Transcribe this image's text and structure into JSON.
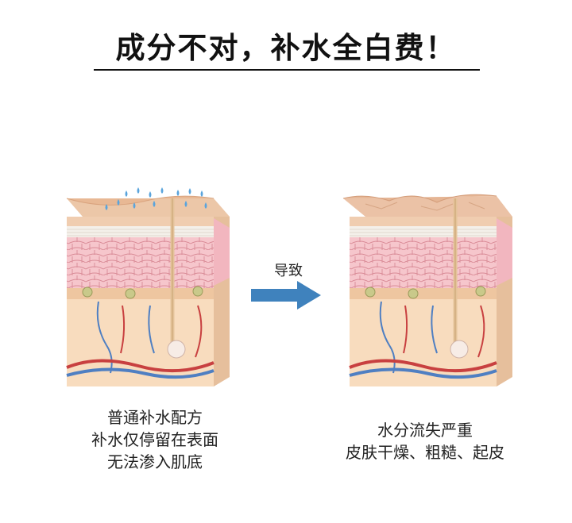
{
  "title": "成分不对，补水全白费！",
  "arrow_label": "导致",
  "left_caption": [
    "普通补水配方",
    "补水仅停留在表面",
    "无法渗入肌底"
  ],
  "right_caption": [
    "水分流失严重",
    "皮肤干燥、粗糙、起皮"
  ],
  "colors": {
    "arrow": "#3f82bd",
    "surface": "#ecc7a8",
    "cells": "#f6c6cc",
    "dermis": "#f8dcbe",
    "water_drop": "#5aa4dc"
  }
}
